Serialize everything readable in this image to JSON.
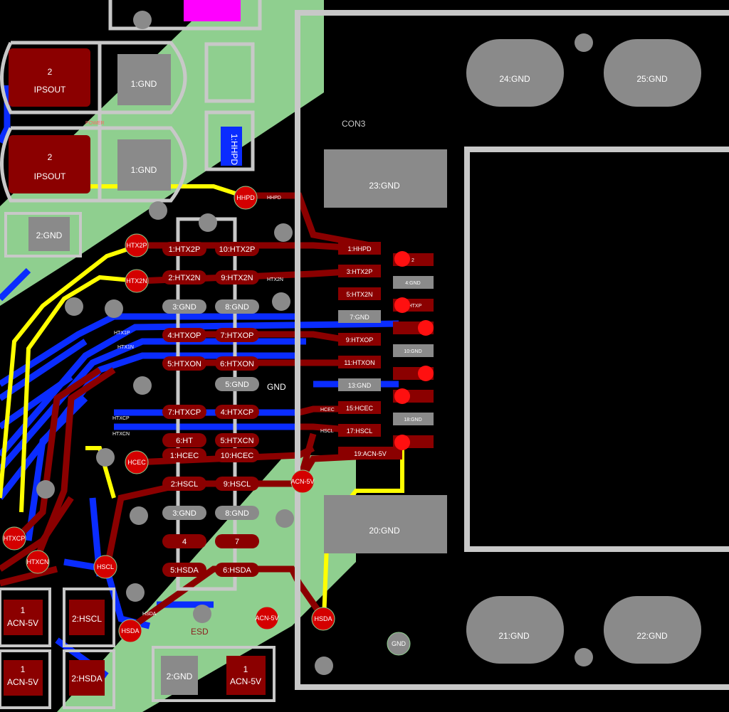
{
  "connector": {
    "title": "CON3",
    "big_pads": [
      "24:GND",
      "25:GND",
      "23:GND",
      "20:GND",
      "21:GND",
      "22:GND"
    ],
    "fine_pitch_pads": [
      "1:HHPD",
      "3:HTX2P",
      "5:HTX2N",
      "7:GND",
      "9:HTXOP",
      "11:HTXON",
      "13:GND",
      "15:HCEC",
      "17:HSCL",
      "19:ACN-5V"
    ],
    "fine_pitch_right": [
      "2",
      "4:GND",
      "6:HTXP",
      "",
      "10:GND",
      "",
      "",
      "18:GND",
      ""
    ]
  },
  "esd_pads": {
    "left": [
      "1:HTX2P",
      "2:HTX2N",
      "3:GND",
      "4:HTXOP",
      "5:HTXON",
      "6:HT",
      "7:HTXCP",
      "1:HCEC",
      "2:HSCL",
      "3:GND",
      "4",
      "5:HSDA"
    ],
    "right": [
      "10:HTX2P",
      "9:HTX2N",
      "8:GND",
      "7:HTXOP",
      "6:HTXON",
      "5:GND",
      "4:HTXCP",
      "5:HTXCN",
      "10:HCEC",
      "9:HSCL",
      "8:GND",
      "7",
      "6:HSDA"
    ]
  },
  "power_parts": [
    {
      "pin2": "2",
      "pin2_net": "IPSOUT",
      "pin1": "1:GND"
    },
    {
      "pin2": "2",
      "pin2_net": "IPSOUT",
      "pin1": "1:GND"
    }
  ],
  "small_parts": [
    "2:GND",
    "2:HSCL",
    "2:HSDA",
    "2:GND",
    "1:HHPD"
  ],
  "acn_parts": [
    "1",
    "ACN-5V"
  ],
  "vias": [
    "HHPD",
    "HTX2P",
    "HTX2N",
    "HCEC",
    "HTXCP",
    "HTXCN",
    "HSCL",
    "HSDA",
    "ACN-5V",
    "ACN-5V",
    "HSDA",
    "GND"
  ],
  "net_labels": [
    "HHPD",
    "HTX2N",
    "HTX1P",
    "HTX1N",
    "HTXCP",
    "HTXCN",
    "HCEC",
    "HSCL",
    "HSDA",
    "GND",
    "POWER",
    "ESD"
  ],
  "colors": {
    "background": "#000000",
    "copper_red": "#8b0000",
    "via_red": "#d40000",
    "blue_trace": "#0a2cff",
    "yellow_trace": "#ffff00",
    "green_pour": "#8fcf8f",
    "silk": "#c8c8c8",
    "gray_pad": "#8a8a8a",
    "magenta": "#ff00ff"
  }
}
